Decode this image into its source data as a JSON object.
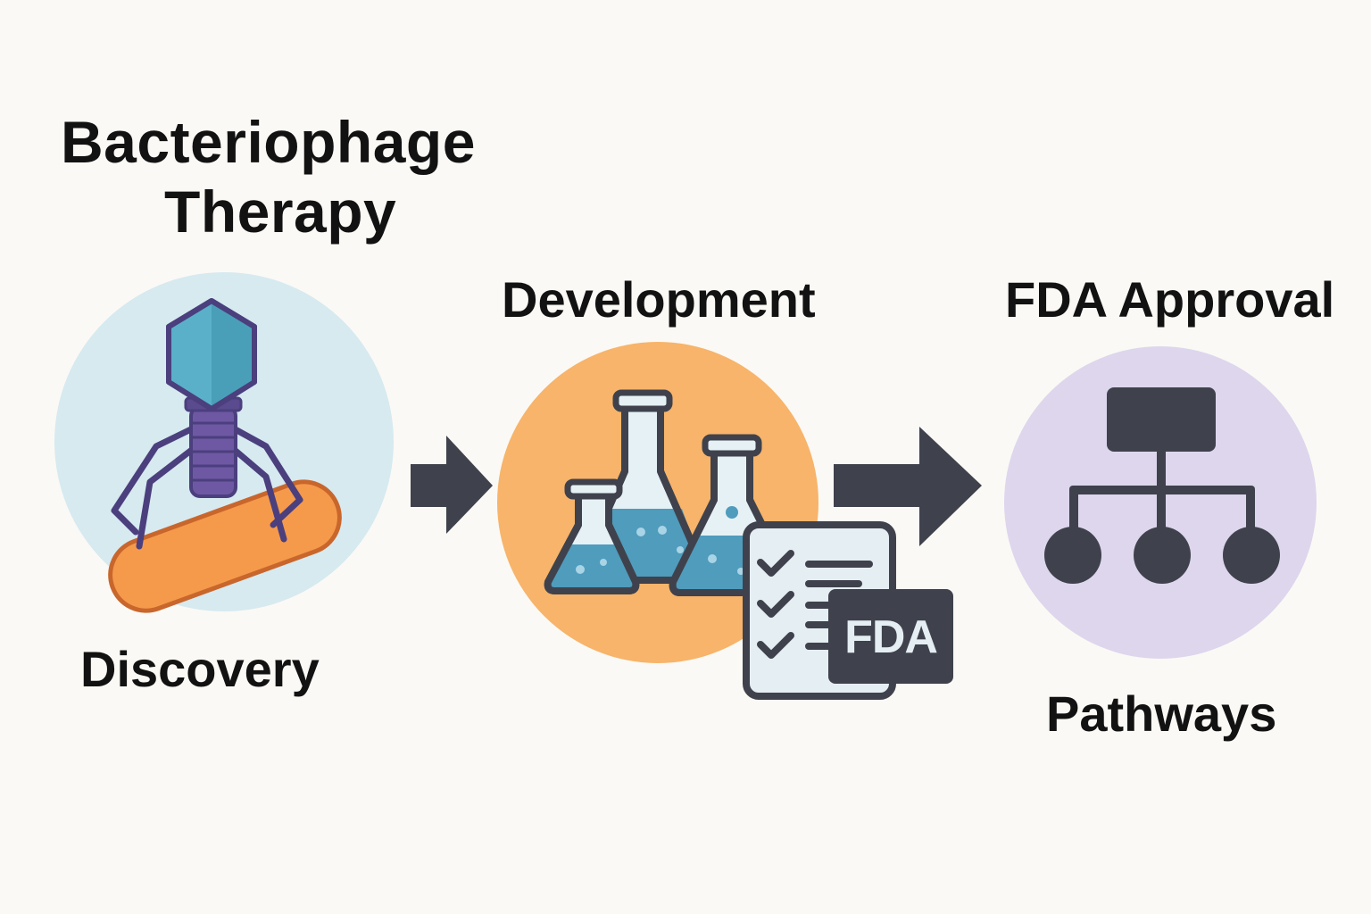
{
  "title": {
    "line1": "Bacteriophage",
    "line2": "Therapy"
  },
  "stages": [
    {
      "top_label": "",
      "bottom_label": "Discovery",
      "icon": "bacteriophage-on-bacterium-icon",
      "circle_color": "#d6eaf0"
    },
    {
      "top_label": "Development",
      "bottom_label": "",
      "icon": "lab-flasks-icon",
      "circle_color": "#f7b46a"
    },
    {
      "top_label": "FDA Approval",
      "bottom_label": "Pathways",
      "icon": "hierarchy-chart-icon",
      "circle_color": "#ddd6ed"
    }
  ],
  "checklist": {
    "badge_text": "FDA",
    "icon": "fda-checklist-icon"
  },
  "arrows": [
    {
      "icon": "arrow-right-icon"
    },
    {
      "icon": "arrow-right-icon"
    }
  ],
  "colors": {
    "background": "#fbf9f5",
    "dark": "#3f424c",
    "phage_head": "#5ab0c8",
    "phage_outline": "#4b3f7e",
    "bacterium": "#f59a4b",
    "flask_liquid": "#4f9cbd",
    "paper": "#e5eef3"
  }
}
